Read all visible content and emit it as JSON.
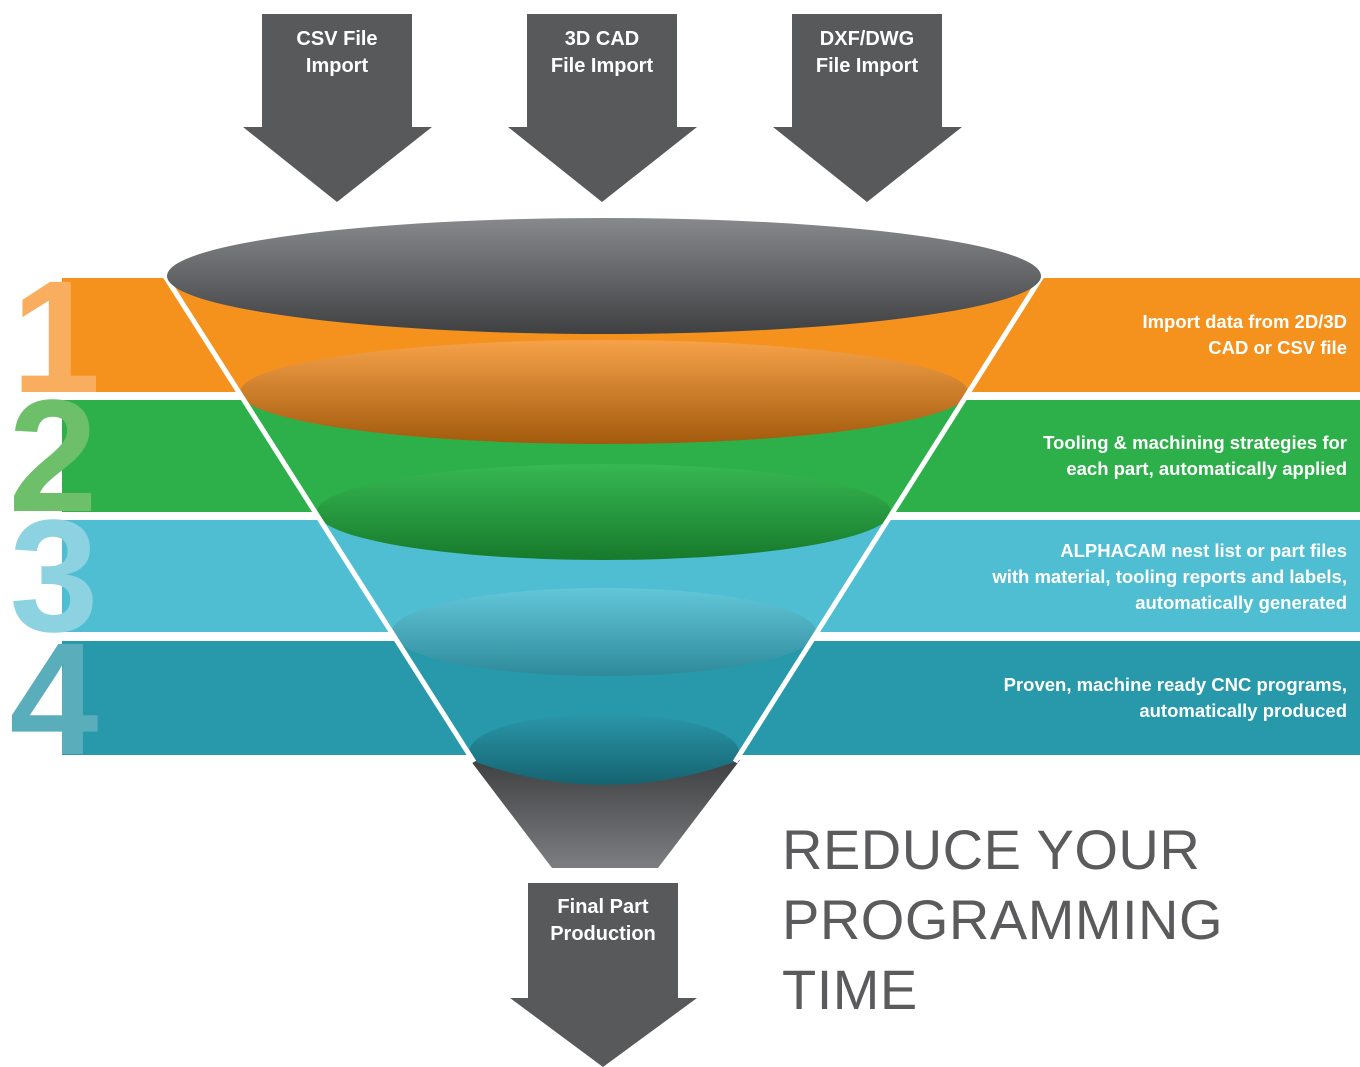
{
  "inputs": [
    {
      "line1": "CSV File",
      "line2": "Import"
    },
    {
      "line1": "3D CAD",
      "line2": "File Import"
    },
    {
      "line1": "DXF/DWG",
      "line2": "File Import"
    }
  ],
  "stages": [
    {
      "number": "1",
      "lines": [
        "Import data from 2D/3D",
        "CAD or CSV file"
      ],
      "color": "#f5921e",
      "number_color": "#f8ae5e"
    },
    {
      "number": "2",
      "lines": [
        "Tooling & machining strategies for",
        "each part, automatically applied"
      ],
      "color": "#2db04a",
      "number_color": "#6dbf6a"
    },
    {
      "number": "3",
      "lines": [
        "ALPHACAM nest list or part files",
        "with material, tooling reports and labels,",
        "automatically generated"
      ],
      "color": "#4fbed3",
      "number_color": "#8dd2e0"
    },
    {
      "number": "4",
      "lines": [
        "Proven, machine ready CNC programs,",
        "automatically produced"
      ],
      "color": "#2799ab",
      "number_color": "#5aaebb"
    }
  ],
  "output": {
    "line1": "Final Part",
    "line2": "Production"
  },
  "headline": [
    "REDUCE YOUR",
    "PROGRAMMING",
    "TIME"
  ],
  "colors": {
    "arrow": "#58595b",
    "funnel_rim": "#58595b",
    "headline": "#5b5b5d"
  }
}
